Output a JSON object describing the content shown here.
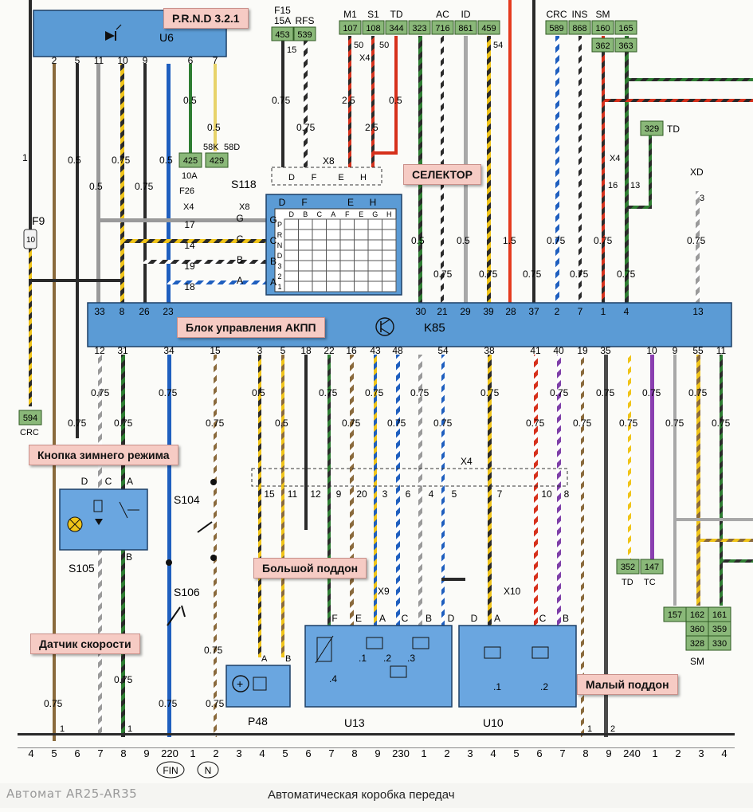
{
  "callouts": {
    "prnd": "P.R.N.D 3.2.1",
    "selector": "СЕЛЕКТОР",
    "ecu": "Блок управления АКПП",
    "winter": "Кнопка зимнего режима",
    "big_pan": "Большой поддон",
    "speed_sensor": "Датчик скорости",
    "small_pan": "Малый поддон"
  },
  "components": {
    "u6": "U6",
    "k85": "K85",
    "s118": "S118",
    "s105": "S105",
    "s104": "S104",
    "s106": "S106",
    "p48": "P48",
    "u13": "U13",
    "u10": "U10",
    "f9": "F9",
    "f9_rating": "10",
    "f26": "F26",
    "f26_rating": "10A",
    "f15": "F15",
    "f15_rating": "15A"
  },
  "connectors": {
    "x4": "X4",
    "x8": "X8",
    "x9": "X9",
    "x10": "X10",
    "xd": "XD"
  },
  "u6_pins": [
    "2",
    "5",
    "11",
    "10",
    "9",
    "6",
    "7"
  ],
  "k85_top_pins": [
    "33",
    "8",
    "26",
    "23",
    "30",
    "21",
    "29",
    "39",
    "28",
    "37",
    "2",
    "7",
    "1",
    "4",
    "13"
  ],
  "k85_bottom_pins": [
    "12",
    "31",
    "34",
    "15",
    "3",
    "5",
    "18",
    "22",
    "16",
    "43",
    "48",
    "54",
    "38",
    "41",
    "40",
    "19",
    "35",
    "10",
    "9",
    "55",
    "11"
  ],
  "x4_pins": [
    "15",
    "11",
    "12",
    "9",
    "20",
    "3",
    "6",
    "4",
    "5",
    "7",
    "10",
    "8"
  ],
  "x8_side_pins": [
    "G",
    "C",
    "B",
    "A"
  ],
  "x4_side_pins": [
    "17",
    "14",
    "19",
    "18"
  ],
  "x8_top_pins": [
    "D",
    "F",
    "E",
    "H"
  ],
  "selector_grid": {
    "columns": [
      "D",
      "B",
      "C",
      "A",
      "F",
      "E",
      "G",
      "H"
    ],
    "rows": [
      "P",
      "R",
      "N",
      "D",
      "3",
      "2",
      "1"
    ]
  },
  "tags_top": [
    {
      "label": "F15",
      "sub": "15A",
      "num": "453"
    },
    {
      "label": "RFS",
      "num": "539"
    },
    {
      "label": "M1",
      "num": "107"
    },
    {
      "label": "S1",
      "num": "108"
    },
    {
      "label": "TD",
      "num": "344"
    },
    {
      "label": "",
      "num": "323"
    },
    {
      "label": "AC",
      "num": "716"
    },
    {
      "label": "ID",
      "num": "861"
    },
    {
      "label": "",
      "num": "459"
    },
    {
      "label": "CRC",
      "num": "589"
    },
    {
      "label": "INS",
      "num": "868"
    },
    {
      "label": "SM",
      "num": "160"
    },
    {
      "label": "",
      "num": "165"
    },
    {
      "label": "",
      "num": "362"
    },
    {
      "label": "",
      "num": "363"
    }
  ],
  "tags_misc": {
    "n425": "425",
    "n429": "429",
    "n58k": "58K",
    "n58d": "58D",
    "n329": "329",
    "td": "TD",
    "n594": "594",
    "crc": "CRC",
    "n352": "352",
    "n147": "147",
    "td2": "TD",
    "tc": "TC",
    "sm_grid": [
      "157",
      "162",
      "161",
      "360",
      "359",
      "328",
      "330"
    ],
    "sm": "SM"
  },
  "wire_sizes": {
    "w05": "0.5",
    "w075": "0.75",
    "w25": "2.5",
    "w15": "1.5",
    "n1": "1",
    "n2": "2",
    "n50": "50",
    "n54": "54",
    "n15": "15",
    "n16": "16",
    "n13": "13",
    "n3": "3"
  },
  "component_pins": {
    "s105": [
      "D",
      "C",
      "A",
      "B"
    ],
    "u13": [
      "F",
      "E",
      "A",
      "C",
      "B",
      "D"
    ],
    "u13_subs": [
      ".4",
      ".1",
      ".2",
      ".3"
    ],
    "u10": [
      "D",
      "A",
      "C",
      "B"
    ],
    "u10_subs": [
      ".1",
      ".2"
    ],
    "p48": [
      "A",
      "B"
    ]
  },
  "bottom_scale": {
    "group1": [
      "4",
      "5",
      "6",
      "7",
      "8",
      "9",
      "220",
      "1",
      "2",
      "3",
      "4",
      "5",
      "6",
      "7",
      "8",
      "9",
      "230",
      "1",
      "2",
      "3",
      "4",
      "5",
      "6",
      "7",
      "8",
      "9",
      "240",
      "1",
      "2",
      "3",
      "4"
    ],
    "fin": "FIN",
    "n": "N"
  },
  "footer": {
    "watermark": "Автомат AR25-AR35",
    "title": "Автоматическая коробка передач"
  },
  "colors": {
    "module_blue": "#5b9bd5",
    "component_blue": "#6aa6e0",
    "tag_green": "#8ab879",
    "callout_bg": "#f6cbc4",
    "wire_red": "#e53b1f"
  }
}
